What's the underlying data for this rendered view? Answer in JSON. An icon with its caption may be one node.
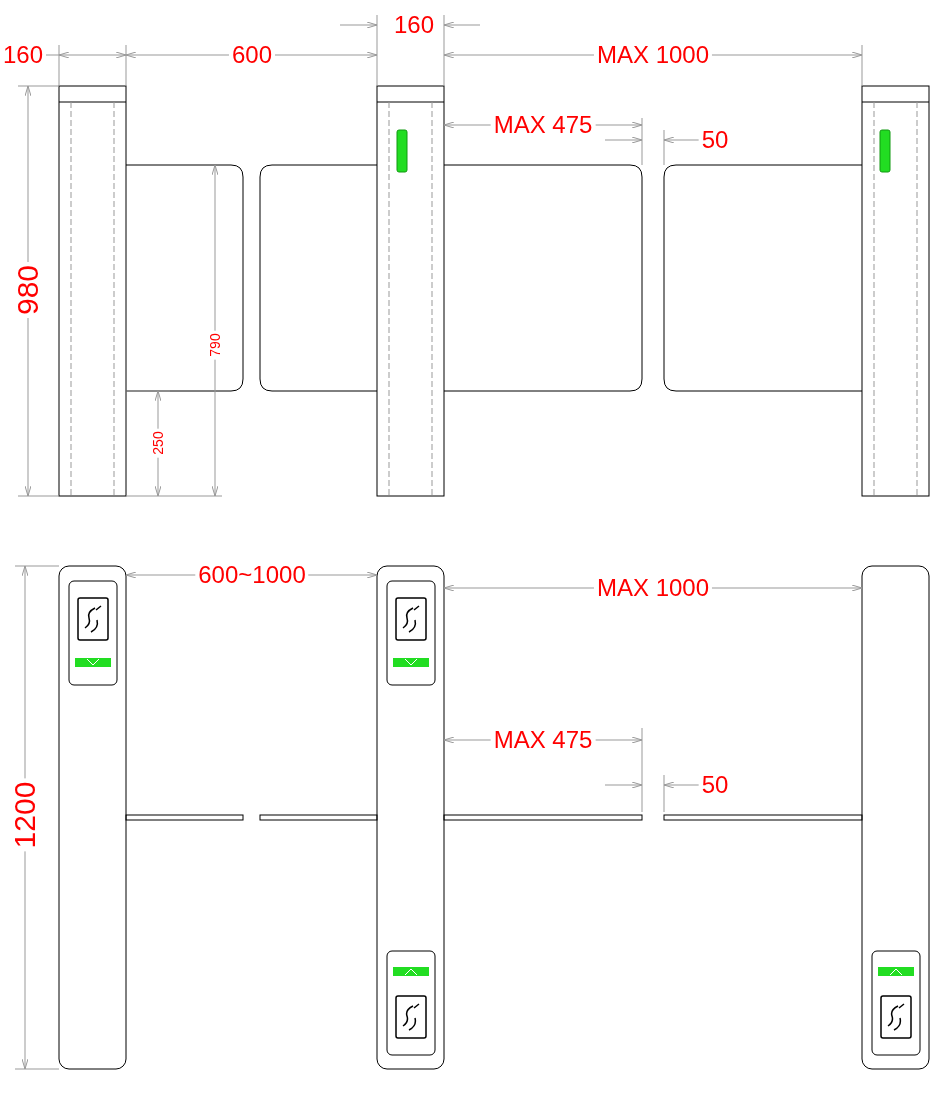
{
  "diagram": {
    "labels": [
      "160",
      "160",
      "600",
      "MAX 1000",
      "MAX 475",
      "50",
      "980",
      "790",
      "250",
      "1200",
      "600~1000",
      "MAX 1000",
      "MAX 475",
      "50"
    ]
  }
}
